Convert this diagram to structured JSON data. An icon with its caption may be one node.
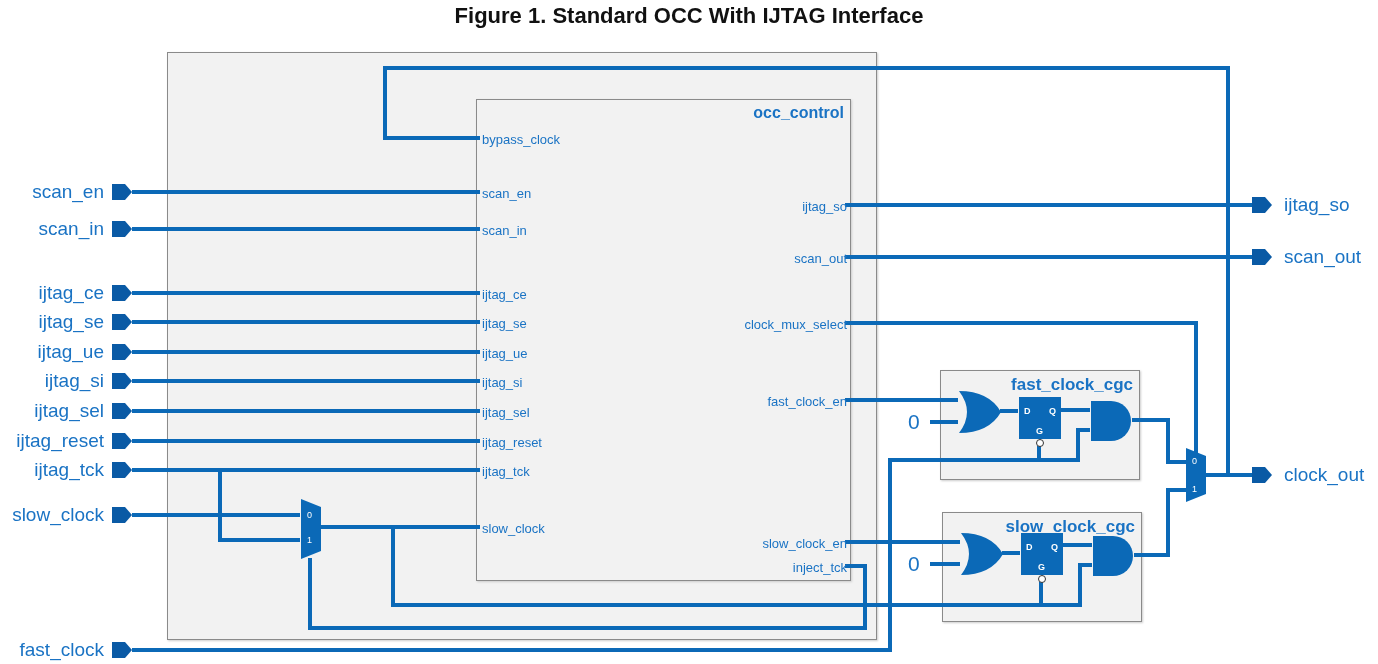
{
  "diagram": {
    "title": "Figure 1. Standard OCC With IJTAG Interface",
    "nodes": [
      {
        "text": [],
        "shape": "box"
      },
      {
        "text": [
          "occ_control"
        ],
        "in": 0
      },
      {
        "text": [
          "bypass_clock"
        ],
        "in": 1
      },
      {
        "text": [
          "scan_en"
        ],
        "in": 1
      },
      {
        "text": [
          "scan_in"
        ],
        "in": 1
      },
      {
        "text": [
          "ijtag_ce"
        ],
        "in": 1
      },
      {
        "text": [
          "ijtag_se"
        ],
        "in": 1
      },
      {
        "text": [
          "ijtag_ue"
        ],
        "in": 1
      },
      {
        "text": [
          "ijtag_si"
        ],
        "in": 1
      },
      {
        "text": [
          "ijtag_sel"
        ],
        "in": 1
      },
      {
        "text": [
          "ijtag_reset"
        ],
        "in": 1
      },
      {
        "text": [
          "ijtag_tck"
        ],
        "in": 1
      },
      {
        "text": [
          "slow_clock"
        ],
        "in": 1
      },
      {
        "text": [
          "ijtag_so"
        ],
        "in": 1
      },
      {
        "text": [
          "scan_out"
        ],
        "in": 1
      },
      {
        "text": [
          "clock_mux_select"
        ],
        "in": 1
      },
      {
        "text": [
          "fast_clock_en"
        ],
        "in": 1
      },
      {
        "text": [
          "slow_clock_en"
        ],
        "in": 1
      },
      {
        "text": [
          "inject_tck"
        ],
        "in": 1
      },
      {
        "text": [
          "scan_en"
        ]
      },
      {
        "text": [
          "scan_in"
        ]
      },
      {
        "text": [
          "ijtag_ce"
        ]
      },
      {
        "text": [
          "ijtag_se"
        ]
      },
      {
        "text": [
          "ijtag_ue"
        ]
      },
      {
        "text": [
          "ijtag_si"
        ]
      },
      {
        "text": [
          "ijtag_sel"
        ]
      },
      {
        "text": [
          "ijtag_reset"
        ]
      },
      {
        "text": [
          "ijtag_tck"
        ]
      },
      {
        "text": [
          "slow_clock"
        ]
      },
      {
        "text": [
          "fast_clock"
        ]
      },
      {
        "text": [
          "ijtag_so"
        ]
      },
      {
        "text": [
          "scan_out"
        ]
      },
      {
        "text": [
          "clock_out"
        ]
      },
      {
        "text": [
          "0",
          "1"
        ],
        "in": 0
      },
      {
        "text": [
          "0",
          "1"
        ]
      },
      {
        "text": [
          "fast_clock_cgc"
        ]
      },
      {
        "text": [
          "0"
        ]
      },
      {
        "text": [],
        "shape": "gate",
        "in": 35
      },
      {
        "text": [
          "D",
          "Q",
          "G"
        ],
        "in": 35
      },
      {
        "text": [],
        "shape": "gate",
        "in": 35
      },
      {
        "text": [
          "slow_clock_cgc"
        ]
      },
      {
        "text": [
          "0"
        ]
      },
      {
        "text": [],
        "shape": "gate",
        "in": 40
      },
      {
        "text": [
          "D",
          "Q",
          "G"
        ],
        "in": 40
      },
      {
        "text": [],
        "shape": "gate",
        "in": 40
      }
    ],
    "edges": [
      {
        "from": 19,
        "to": 3,
        "arrow": "none"
      },
      {
        "from": 20,
        "to": 4,
        "arrow": "none"
      },
      {
        "from": 21,
        "to": 5,
        "arrow": "none"
      },
      {
        "from": 22,
        "to": 6,
        "arrow": "none"
      },
      {
        "from": 23,
        "to": 7,
        "arrow": "none"
      },
      {
        "from": 24,
        "to": 8,
        "arrow": "none"
      },
      {
        "from": 25,
        "to": 9,
        "arrow": "none"
      },
      {
        "from": 26,
        "to": 10,
        "arrow": "none"
      },
      {
        "from": 27,
        "to": 11,
        "arrow": "none"
      },
      {
        "from": 27,
        "to": 33,
        "arrow": "none"
      },
      {
        "from": 28,
        "to": 33,
        "arrow": "none"
      },
      {
        "from": 33,
        "to": 12,
        "arrow": "none"
      },
      {
        "from": 33,
        "to": 43,
        "arrow": "none"
      },
      {
        "from": 33,
        "to": 44,
        "arrow": "none"
      },
      {
        "from": 18,
        "to": 33,
        "arrow": "none"
      },
      {
        "from": 29,
        "to": 38,
        "arrow": "none"
      },
      {
        "from": 29,
        "to": 39,
        "arrow": "none"
      },
      {
        "from": 13,
        "to": 30,
        "arrow": "none"
      },
      {
        "from": 14,
        "to": 31,
        "arrow": "none"
      },
      {
        "from": 15,
        "to": 34,
        "arrow": "none"
      },
      {
        "from": 16,
        "to": 37,
        "arrow": "none"
      },
      {
        "from": 36,
        "to": 37,
        "arrow": "none"
      },
      {
        "from": 37,
        "to": 38,
        "arrow": "none"
      },
      {
        "from": 38,
        "to": 39,
        "arrow": "none"
      },
      {
        "from": 39,
        "to": 34,
        "arrow": "none"
      },
      {
        "from": 17,
        "to": 42,
        "arrow": "none"
      },
      {
        "from": 41,
        "to": 42,
        "arrow": "none"
      },
      {
        "from": 42,
        "to": 43,
        "arrow": "none"
      },
      {
        "from": 43,
        "to": 44,
        "arrow": "none"
      },
      {
        "from": 44,
        "to": 34,
        "arrow": "none"
      },
      {
        "from": 34,
        "to": 32,
        "arrow": "none"
      },
      {
        "from": 34,
        "to": 2,
        "arrow": "none"
      }
    ]
  }
}
